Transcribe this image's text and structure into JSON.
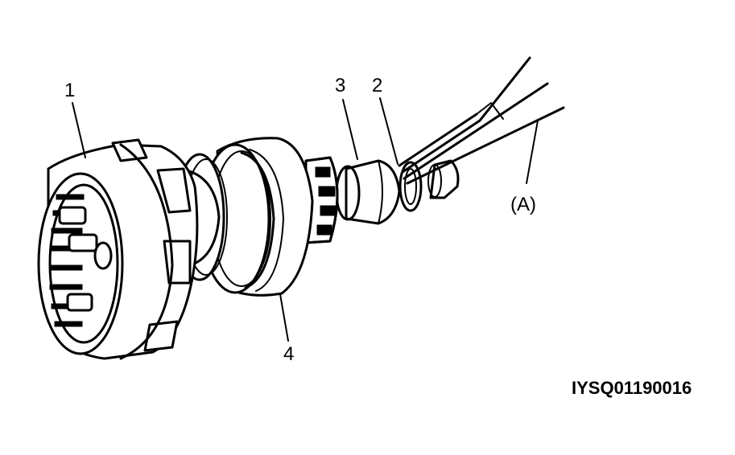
{
  "callouts": {
    "part_1": "1",
    "part_2": "2",
    "part_3": "3",
    "part_4": "4",
    "tool_a": "(A)"
  },
  "figure_code": "IYSQ01190016",
  "colors": {
    "ink": "#000000",
    "background": "#ffffff"
  }
}
